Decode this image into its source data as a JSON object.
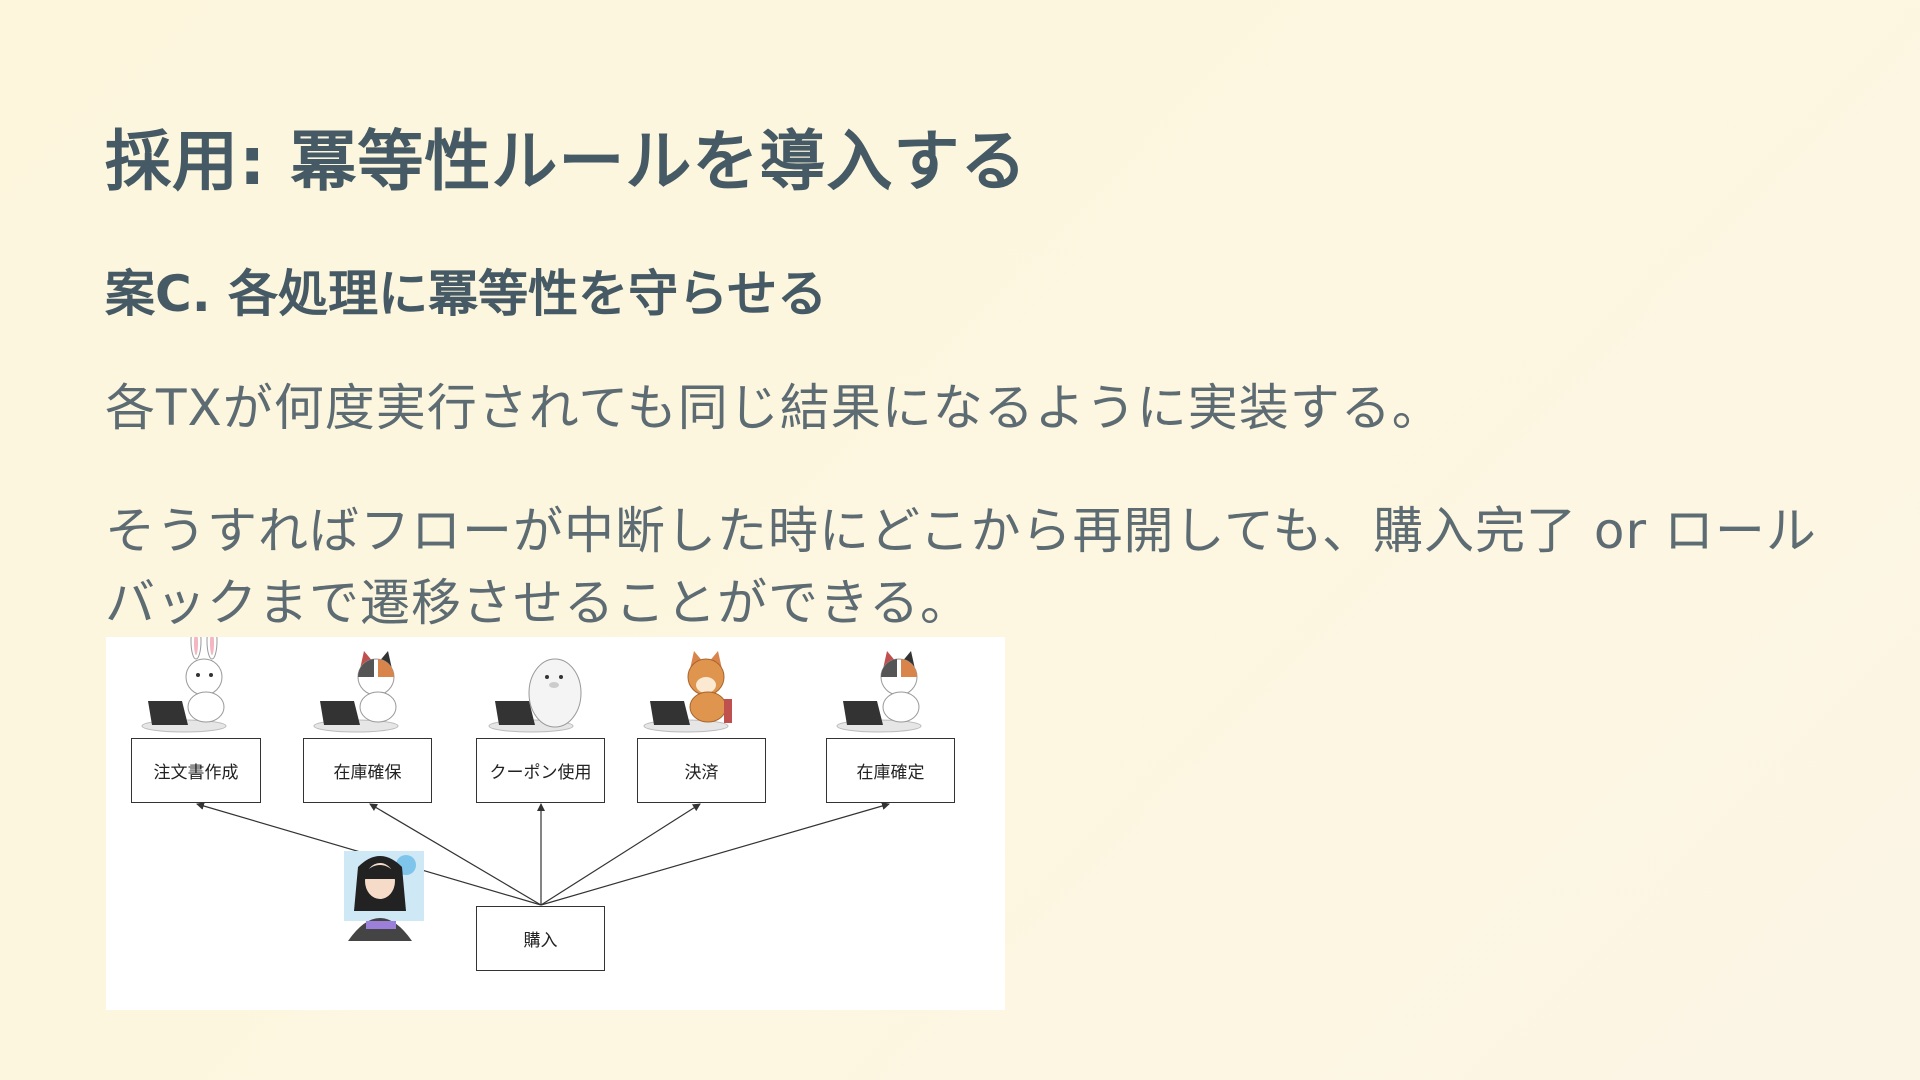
{
  "slide": {
    "title": "採用: 冪等性ルールを導入する",
    "subtitle": "案C. 各処理に冪等性を守らせる",
    "paragraph1": "各TXが何度実行されても同じ結果になるように実装する。",
    "paragraph2": "そうすればフローが中断した時にどこから再開しても、購入完了 or ロールバックまで遷移させることができる。"
  },
  "diagram": {
    "source_node": "購入",
    "targets": [
      {
        "label": "注文書作成",
        "icon": "rabbit-at-laptop"
      },
      {
        "label": "在庫確保",
        "icon": "calico-cat-at-laptop"
      },
      {
        "label": "クーポン使用",
        "icon": "seal-at-laptop"
      },
      {
        "label": "決済",
        "icon": "shiba-dog-at-laptop"
      },
      {
        "label": "在庫確定",
        "icon": "calico-cat-at-laptop"
      }
    ],
    "source_icon": "person-avatar",
    "colors": {
      "box_border": "#333333",
      "arrow": "#333333",
      "text_primary": "#455a64",
      "text_body": "#5d6b73",
      "background": "#fdf6dd"
    }
  }
}
